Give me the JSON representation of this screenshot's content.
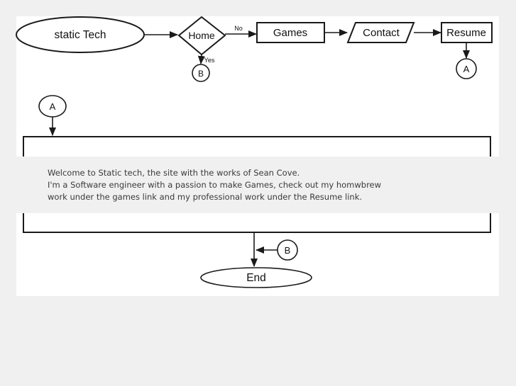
{
  "flowchart": {
    "start_label": "static Tech",
    "decision_label": "Home",
    "no_label": "No",
    "yes_label": "Yes",
    "games_label": "Games",
    "contact_label": "Contact",
    "resume_label": "Resume",
    "connector_a": "A",
    "connector_b": "B",
    "end_label": "End"
  },
  "content": {
    "line1": "Welcome to Static tech, the site with the works of Sean Cove.",
    "line2": "I'm a Software engineer with a passion to make Games, check out my homwbrew",
    "line3": "work under the games link and my professional work under the Resume link."
  },
  "colors": {
    "background": "#f0f0f0",
    "canvas": "#ffffff",
    "line": "#1a1a1a",
    "text": "#3a3a3a"
  }
}
